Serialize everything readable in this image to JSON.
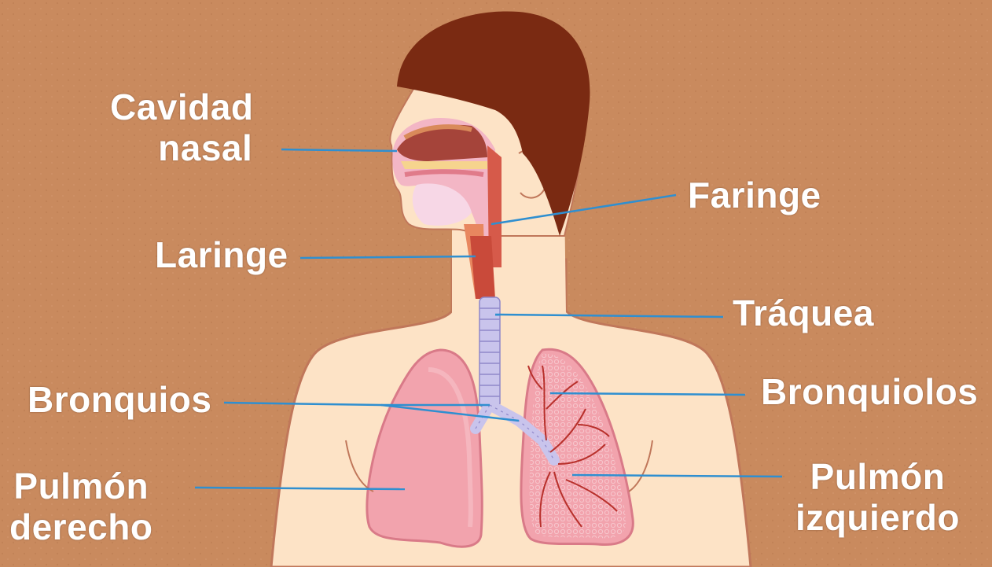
{
  "labels": {
    "nasal_cavity": [
      "Cavidad",
      "nasal"
    ],
    "pharynx": "Faringe",
    "larynx": "Laringe",
    "trachea": "Tráquea",
    "bronchi": "Bronquios",
    "bronchioles": "Bronquiolos",
    "right_lung": [
      "Pulmón",
      "derecho"
    ],
    "left_lung": [
      "Pulmón",
      "izquierdo"
    ]
  },
  "colors": {
    "background": "#c98a5e",
    "skin": "#fde3c6",
    "hair": "#7a2a12",
    "lung": "#f2a3ad",
    "trachea": "#c9c4ec",
    "leader_line": "#2f8fd0",
    "label_text": "#ffffff"
  }
}
